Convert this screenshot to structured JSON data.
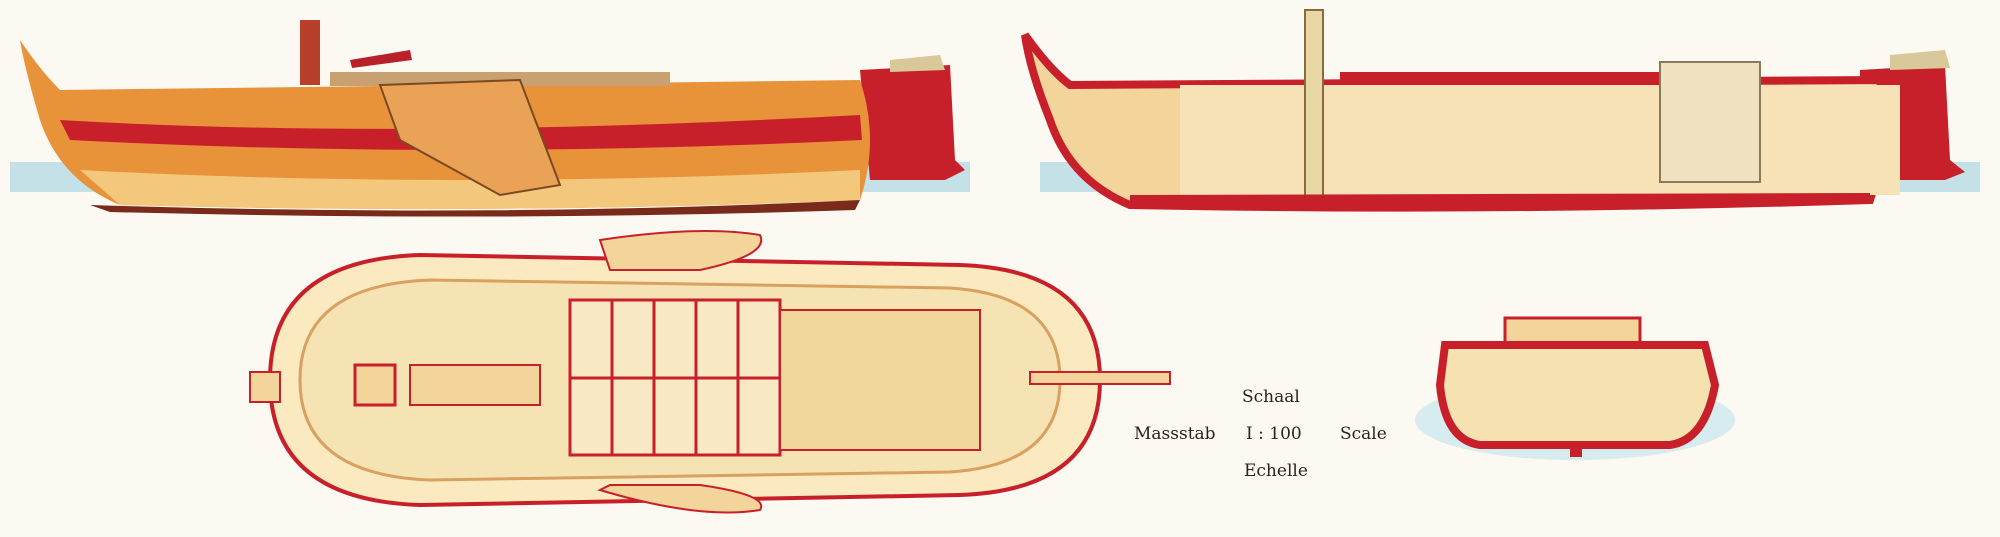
{
  "scale_legend": {
    "top": "Schaal",
    "left": "Massstab",
    "ratio": "I : 100",
    "right": "Scale",
    "bottom": "Echelle"
  },
  "colors": {
    "hull_orange": "#e8923a",
    "hull_red": "#c8202a",
    "deck_cream": "#f6dfa8",
    "water_blue": "#8fc6d8",
    "background": "#fbf9f1"
  }
}
